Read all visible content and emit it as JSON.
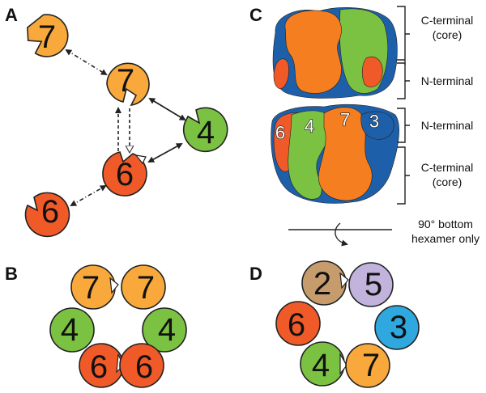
{
  "panels": {
    "a": "A",
    "b": "B",
    "c": "C",
    "d": "D"
  },
  "colors": {
    "sub7": "#F9A93B",
    "sub6": "#F05A28",
    "sub4": "#7CC242",
    "sub3": "#2EA8DF",
    "sub2": "#C69C6D",
    "sub5": "#C2B3DD",
    "dark_blue": "#1E5FAA"
  },
  "panel_a": {
    "subunits": [
      {
        "label": "7",
        "color": "sub7"
      },
      {
        "label": "7",
        "color": "sub7"
      },
      {
        "label": "4",
        "color": "sub4"
      },
      {
        "label": "6",
        "color": "sub6"
      },
      {
        "label": "6",
        "color": "sub6"
      }
    ]
  },
  "panel_b": {
    "subunits": [
      {
        "label": "7",
        "color": "sub7"
      },
      {
        "label": "7",
        "color": "sub7"
      },
      {
        "label": "4",
        "color": "sub4"
      },
      {
        "label": "4",
        "color": "sub4"
      },
      {
        "label": "6",
        "color": "sub6"
      },
      {
        "label": "6",
        "color": "sub6"
      }
    ]
  },
  "panel_c": {
    "bracket_labels": {
      "top_c_line1": "C-terminal",
      "top_c_line2": "(core)",
      "top_n": "N-terminal",
      "bottom_n": "N-terminal",
      "bottom_c_line1": "C-terminal",
      "bottom_c_line2": "(core)"
    },
    "subunit_labels": [
      "6",
      "4",
      "7",
      "3"
    ],
    "rotation_line1": "90° bottom",
    "rotation_line2": "hexamer only"
  },
  "panel_d": {
    "subunits": [
      {
        "label": "2",
        "color": "sub2"
      },
      {
        "label": "5",
        "color": "sub5"
      },
      {
        "label": "6",
        "color": "sub6"
      },
      {
        "label": "3",
        "color": "sub3"
      },
      {
        "label": "4",
        "color": "sub4"
      },
      {
        "label": "7",
        "color": "sub7"
      }
    ]
  }
}
